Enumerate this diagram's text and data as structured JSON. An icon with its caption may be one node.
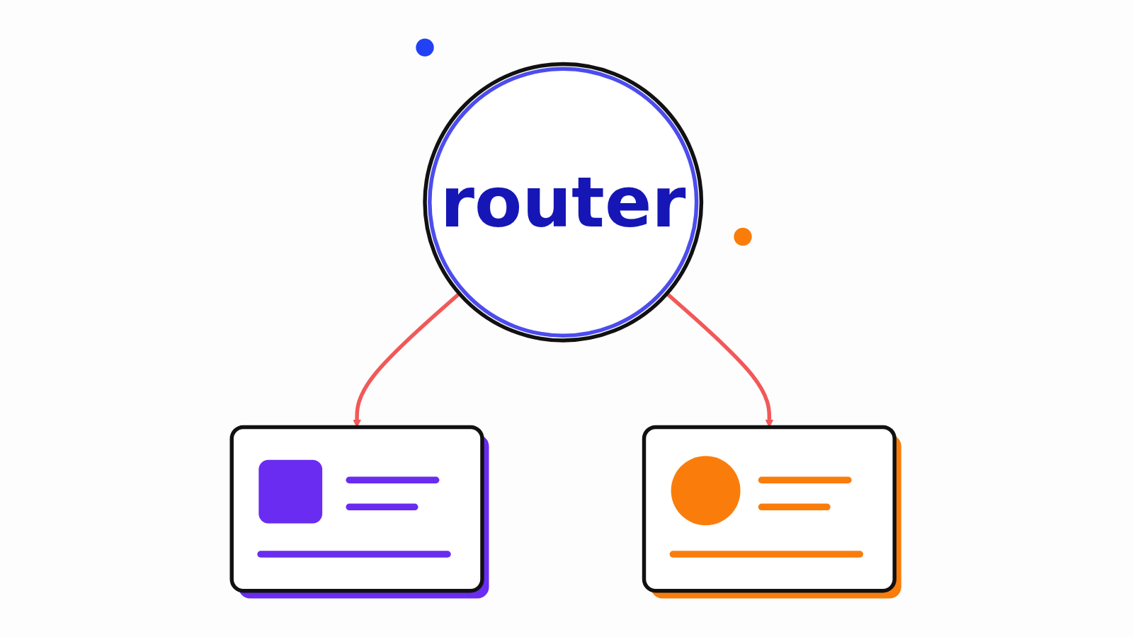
{
  "diagram": {
    "nodes": [
      {
        "text": [
          "router"
        ]
      },
      {
        "text": [],
        "shape": "box"
      },
      {
        "text": [],
        "shape": "box"
      }
    ],
    "edges": [
      {
        "from": 0,
        "to": 1,
        "arrow": "to"
      },
      {
        "from": 0,
        "to": 2,
        "arrow": "to"
      }
    ]
  }
}
